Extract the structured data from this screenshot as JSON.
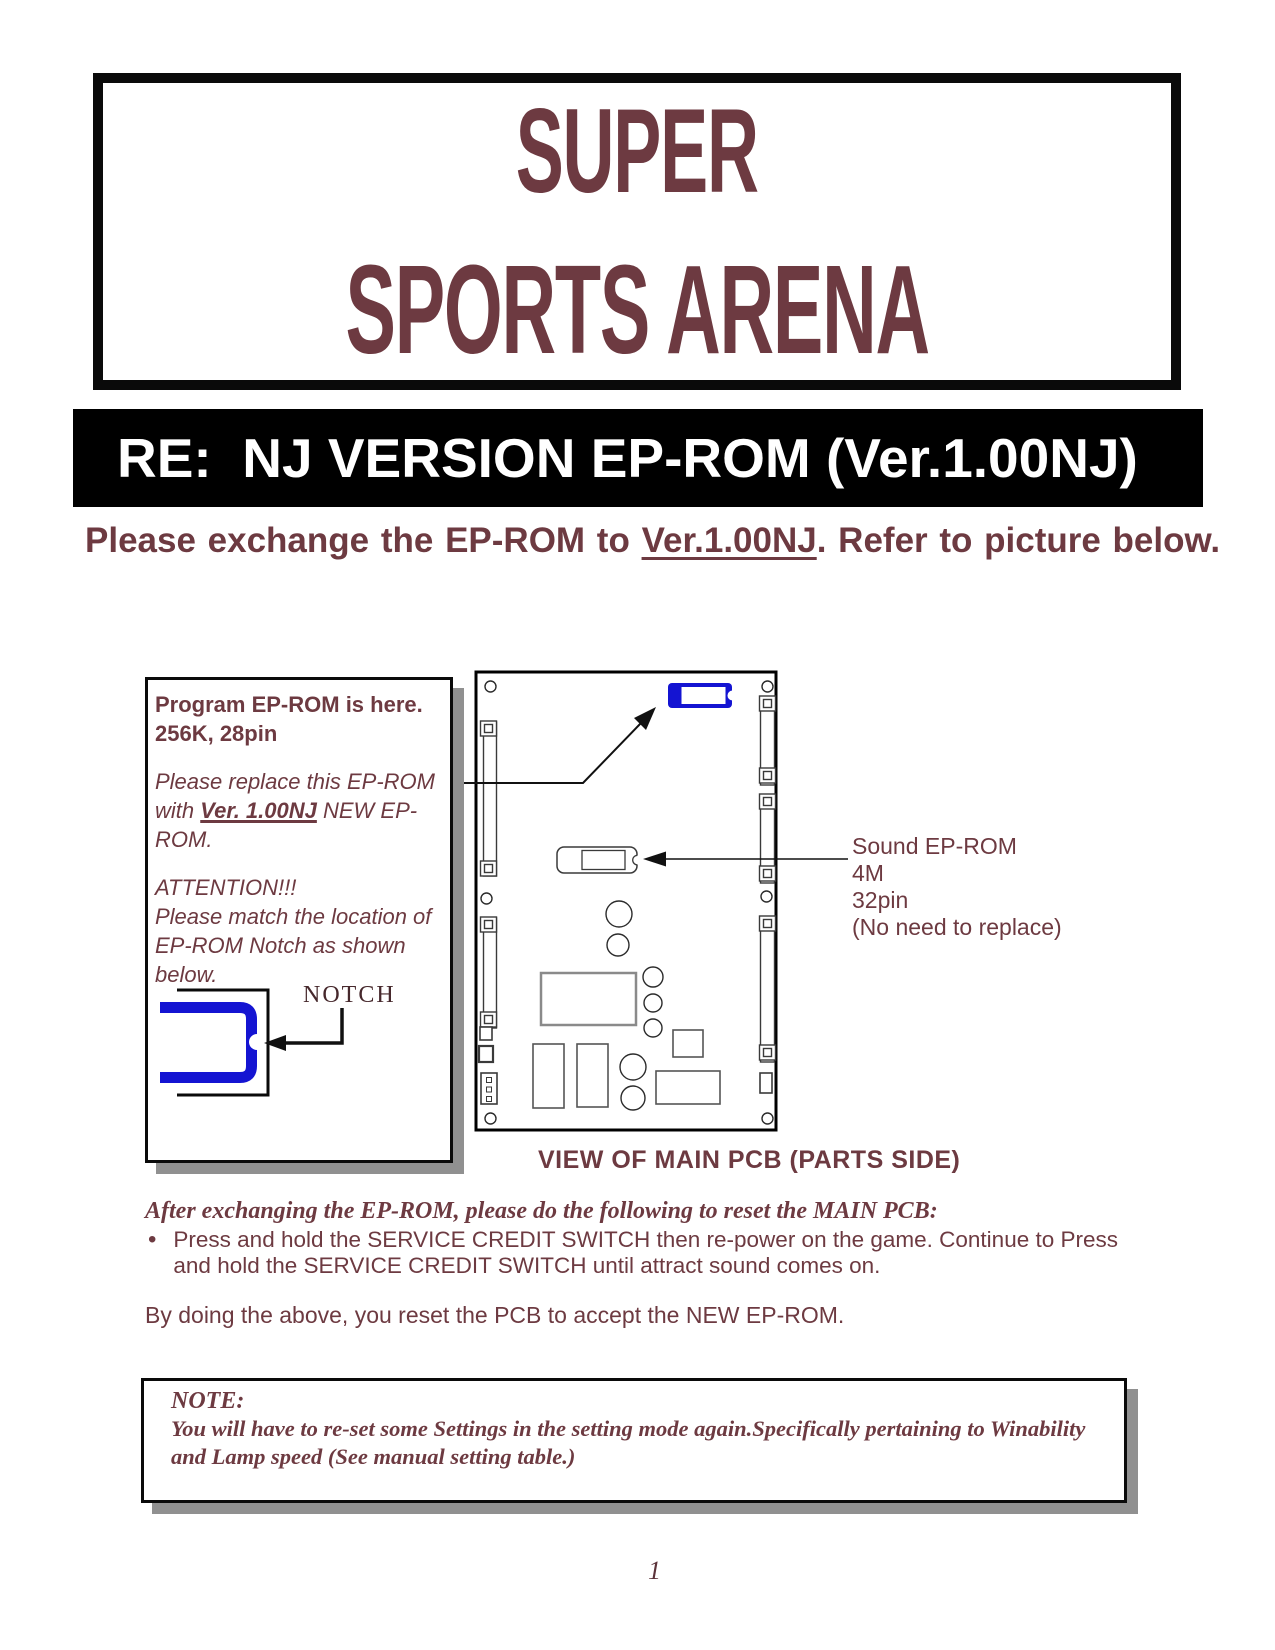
{
  "page": {
    "number": "1"
  },
  "colors": {
    "maroon_text": "#6d3a41",
    "chip_blue": "#1414d2",
    "banner_bg": "#000000",
    "banner_text": "#ffffff",
    "box_shadow_gray": "#909090"
  },
  "title_box": {
    "line1": "SUPER",
    "line2": "SPORTS ARENA"
  },
  "banner": {
    "text": "RE:  NJ VERSION EP-ROM (Ver.1.00NJ)"
  },
  "intro": {
    "before": "Please exchange the EP-ROM to ",
    "version": "Ver.1.00NJ",
    "after": ". Refer to picture below."
  },
  "callout": {
    "heading_line1": "Program EP-ROM is here.",
    "heading_line2": "256K, 28pin",
    "replace_before": "Please replace this EP-ROM with ",
    "replace_version": "Ver. 1.00NJ",
    "replace_after": " NEW EP-ROM.",
    "attention_heading": "ATTENTION!!!",
    "attention_body": "Please match the location of EP-ROM Notch as shown below.",
    "notch_label": "NOTCH"
  },
  "pcb": {
    "caption": "VIEW OF MAIN PCB (PARTS SIDE)",
    "sound_label": {
      "line1": "Sound EP-ROM",
      "line2": "4M",
      "line3": "32pin",
      "line4": "(No need to replace)"
    }
  },
  "instructions": {
    "reset_heading": "After exchanging the EP-ROM, please do the following to reset the MAIN PCB:",
    "bullet_char": "•",
    "bullet_text": "Press and hold the SERVICE CREDIT SWITCH then re-power on the game. Continue to Press and hold the SERVICE CREDIT SWITCH until attract sound comes on.",
    "result_text": "By doing the above, you reset the PCB to accept the NEW EP-ROM."
  },
  "note": {
    "label": "NOTE:",
    "body": "You will have to re-set some Settings in the setting mode again.Specifically pertaining to Winability and Lamp speed (See manual setting table.)"
  }
}
